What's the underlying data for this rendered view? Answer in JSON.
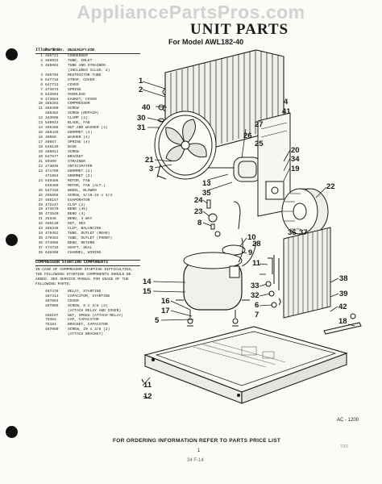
{
  "watermark": "AppliancePartsPros.com",
  "header": {
    "title": "UNIT PARTS",
    "subtitle": "For Model AWL182-40"
  },
  "parts_table": {
    "columns": [
      "Illus. No.",
      "Part No.",
      "DESCRIPTION"
    ],
    "rows": [
      [
        "1",
        "485721",
        "CONDENSER"
      ],
      [
        "2",
        "485022",
        "TUBE, INLET"
      ],
      [
        "3",
        "485063",
        "TUBE AND STRAINER"
      ],
      [
        "",
        "",
        "(INCLUDES ILLUS. 2)"
      ],
      [
        "4",
        "485704",
        "RESTRICTOR TUBE"
      ],
      [
        "5",
        "647716",
        "STRAP, COVER"
      ],
      [
        "6",
        "647713",
        "COVER"
      ],
      [
        "7",
        "473974",
        "SPRING"
      ],
      [
        "8",
        "643564",
        "OVERLOAD"
      ],
      [
        "9",
        "473684",
        "GASKET, COVER"
      ],
      [
        "10",
        "485283",
        "COMPRESSOR"
      ],
      [
        "11",
        "486480",
        "SCREW"
      ],
      [
        "",
        "486482",
        "SCREW (REPAIR)"
      ],
      [
        "12",
        "343696",
        "CLAMP (2)"
      ],
      [
        "13",
        "540913",
        "BLADE, FAN"
      ],
      [
        "14",
        "485488",
        "NUT AND WASHER (4)"
      ],
      [
        "15",
        "468429",
        "GROMMET (4)"
      ],
      [
        "16",
        "40989",
        "WASHER (4)"
      ],
      [
        "17",
        "40567",
        "SPRING (4)"
      ],
      [
        "18",
        "648140",
        "BASE"
      ],
      [
        "19",
        "488811",
        "SCREW"
      ],
      [
        "20",
        "647677",
        "BRACKET"
      ],
      [
        "21",
        "69499",
        "STRAINER"
      ],
      [
        "22",
        "473046",
        "ANTICIPATOR"
      ],
      [
        "23",
        "471709",
        "GROMMET (2)"
      ],
      [
        "",
        "471994",
        "GROMMET (2)"
      ],
      [
        "24",
        "649486",
        "MOTOR, FAN"
      ],
      [
        "",
        "649489",
        "MOTOR, FAN (ALT.)"
      ],
      [
        "25",
        "547418",
        "WHEEL, BLOWER"
      ],
      [
        "26",
        "295855",
        "SCREW, 5/16-24 x 1/4"
      ],
      [
        "27",
        "485157",
        "EVAPORATOR"
      ],
      [
        "28",
        "472247",
        "CLIP (2)"
      ],
      [
        "29",
        "473570",
        "BEND (45)"
      ],
      [
        "30",
        "473540",
        "BEND (4)"
      ],
      [
        "31",
        "45346",
        "BEND, 3 WAY"
      ],
      [
        "32",
        "485130",
        "NUT, HEX"
      ],
      [
        "33",
        "485336",
        "CLIP, BALANCING"
      ],
      [
        "34",
        "479452",
        "TUBE, OUTLET (REAR)"
      ],
      [
        "35",
        "479453",
        "TUBE, OUTLET (FRONT)"
      ],
      [
        "36",
        "474956",
        "BEND, RETURN"
      ],
      [
        "37",
        "474719",
        "SHAFT, SEAL"
      ],
      [
        "38",
        "648408",
        "CHANNEL, WIRING"
      ]
    ]
  },
  "compressor_section": {
    "heading": "COMPRESSOR STARTING COMPONENTS",
    "note": "IN CASE OF COMPRESSOR STARTING DIFFICULTIES, THE FOLLOWING STARTING COMPONENTS SHOULD BE ADDED. SEE SERVICE MANUAL FOR USAGE OF THE FOLLOWING PARTS:",
    "rows": [
      [
        "",
        "487478",
        "RELAY, STARTING"
      ],
      [
        "",
        "487414",
        "CAPACITOR, STARTING"
      ],
      [
        "",
        "487064",
        "COVER"
      ],
      [
        "",
        "487069",
        "SCREW, 8 x 3/8 (3)"
      ],
      [
        "",
        "",
        "(ATTACH RELAY AND COVER)"
      ],
      [
        "",
        "486197",
        "NUT, SPEED (ATTACH RELAY)"
      ],
      [
        "",
        "79364",
        "CAP, CAPACITOR"
      ],
      [
        "",
        "75184",
        "BRACKET, CAPACITOR"
      ],
      [
        "",
        "487080",
        "SCREW, 10 x 3/8 (2)"
      ],
      [
        "",
        "",
        "(ATTACH BRACKET)"
      ]
    ]
  },
  "callouts": [
    {
      "label": "1"
    },
    {
      "label": "2"
    },
    {
      "label": "40"
    },
    {
      "label": "30"
    },
    {
      "label": "31"
    },
    {
      "label": "27"
    },
    {
      "label": "4"
    },
    {
      "label": "41"
    },
    {
      "label": "26"
    },
    {
      "label": "25"
    },
    {
      "label": "20"
    },
    {
      "label": "34"
    },
    {
      "label": "19"
    },
    {
      "label": "22"
    },
    {
      "label": "21"
    },
    {
      "label": "3"
    },
    {
      "label": "13"
    },
    {
      "label": "35"
    },
    {
      "label": "24"
    },
    {
      "label": "23"
    },
    {
      "label": "8"
    },
    {
      "label": "10"
    },
    {
      "label": "9"
    },
    {
      "label": "36"
    },
    {
      "label": "37"
    },
    {
      "label": "28"
    },
    {
      "label": "11"
    },
    {
      "label": "38"
    },
    {
      "label": "39"
    },
    {
      "label": "33"
    },
    {
      "label": "32"
    },
    {
      "label": "14"
    },
    {
      "label": "15"
    },
    {
      "label": "16"
    },
    {
      "label": "17"
    },
    {
      "label": "5"
    },
    {
      "label": "6"
    },
    {
      "label": "7"
    },
    {
      "label": "42"
    },
    {
      "label": "18"
    },
    {
      "label": "11"
    },
    {
      "label": "12"
    }
  ],
  "drawing_code": "AC - 1200",
  "footer": "FOR ORDERING INFORMATION REFER TO PARTS PRICE LIST",
  "page_number": "1",
  "handwriting": "34 F-14",
  "corner_mark": "7/10"
}
